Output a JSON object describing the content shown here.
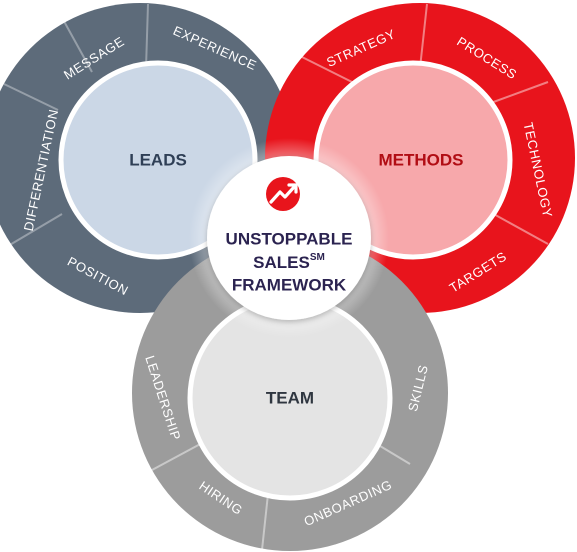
{
  "colors": {
    "leads_ring": "#5d6b7a",
    "leads_core": "#cbd7e6",
    "leads_text": "#2f3f56",
    "methods_ring": "#e8141c",
    "methods_core": "#f7a8ab",
    "methods_text": "#b10d14",
    "team_ring": "#9c9c9c",
    "team_core": "#e4e4e4",
    "team_text": "#2f3640",
    "center_fill": "#ffffff",
    "logo_red": "#e8141c",
    "center_text": "#2b2350"
  },
  "center": {
    "logo_icon": "rising-arrow-icon",
    "line1": "UNSTOPPABLE",
    "line2": "SALES",
    "line2_mark": "SM",
    "line3": "FRAMEWORK"
  },
  "leads": {
    "label": "LEADS",
    "segments": [
      "MESSAGE",
      "EXPERIENCE",
      "DIFFERENTIATION",
      "POSITION"
    ]
  },
  "methods": {
    "label": "METHODS",
    "segments": [
      "STRATEGY",
      "PROCESS",
      "TECHNOLOGY",
      "TARGETS"
    ]
  },
  "team": {
    "label": "TEAM",
    "segments": [
      "LEADERSHIP",
      "SKILLS",
      "HIRING",
      "ONBOARDING"
    ]
  }
}
